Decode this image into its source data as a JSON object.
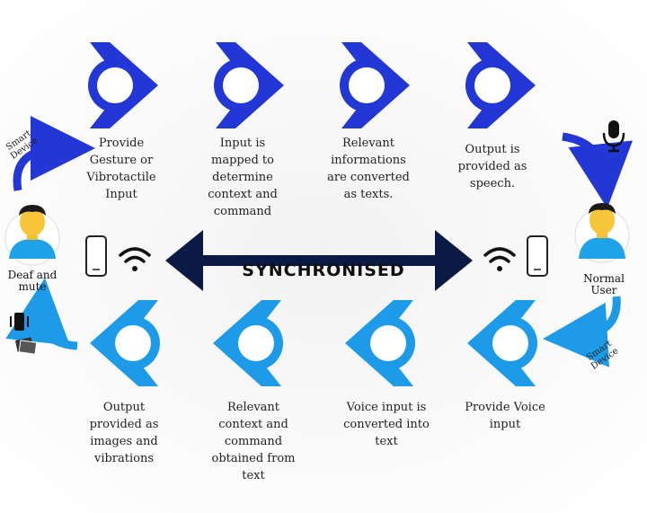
{
  "diagram": {
    "sync_label": "SYNCHRONISED",
    "left_user": {
      "label": "Deaf and\nmute",
      "device_label": "Smart\nDevice"
    },
    "right_user": {
      "label": "Normal\nUser",
      "device_label": "Smart\nDevice"
    },
    "top_steps": [
      {
        "text": "Provide\nGesture or\nVibrotactile\nInput"
      },
      {
        "text": "Input is\nmapped to\ndetermine\ncontext and\ncommand"
      },
      {
        "text": "Relevant\ninformations\nare converted\nas texts."
      },
      {
        "text": "Output is\nprovided as\nspeech."
      }
    ],
    "bottom_steps": [
      {
        "text": "Output\nprovided as\nimages and\nvibrations"
      },
      {
        "text": "Relevant\ncontext and\ncommand\nobtained from\ntext"
      },
      {
        "text": "Voice input is\nconverted into\ntext"
      },
      {
        "text": "Provide Voice\ninput"
      }
    ],
    "colors": {
      "top": "#2336d6",
      "bottom": "#1d9be8",
      "dark_arrow": "#0b1a45"
    }
  }
}
